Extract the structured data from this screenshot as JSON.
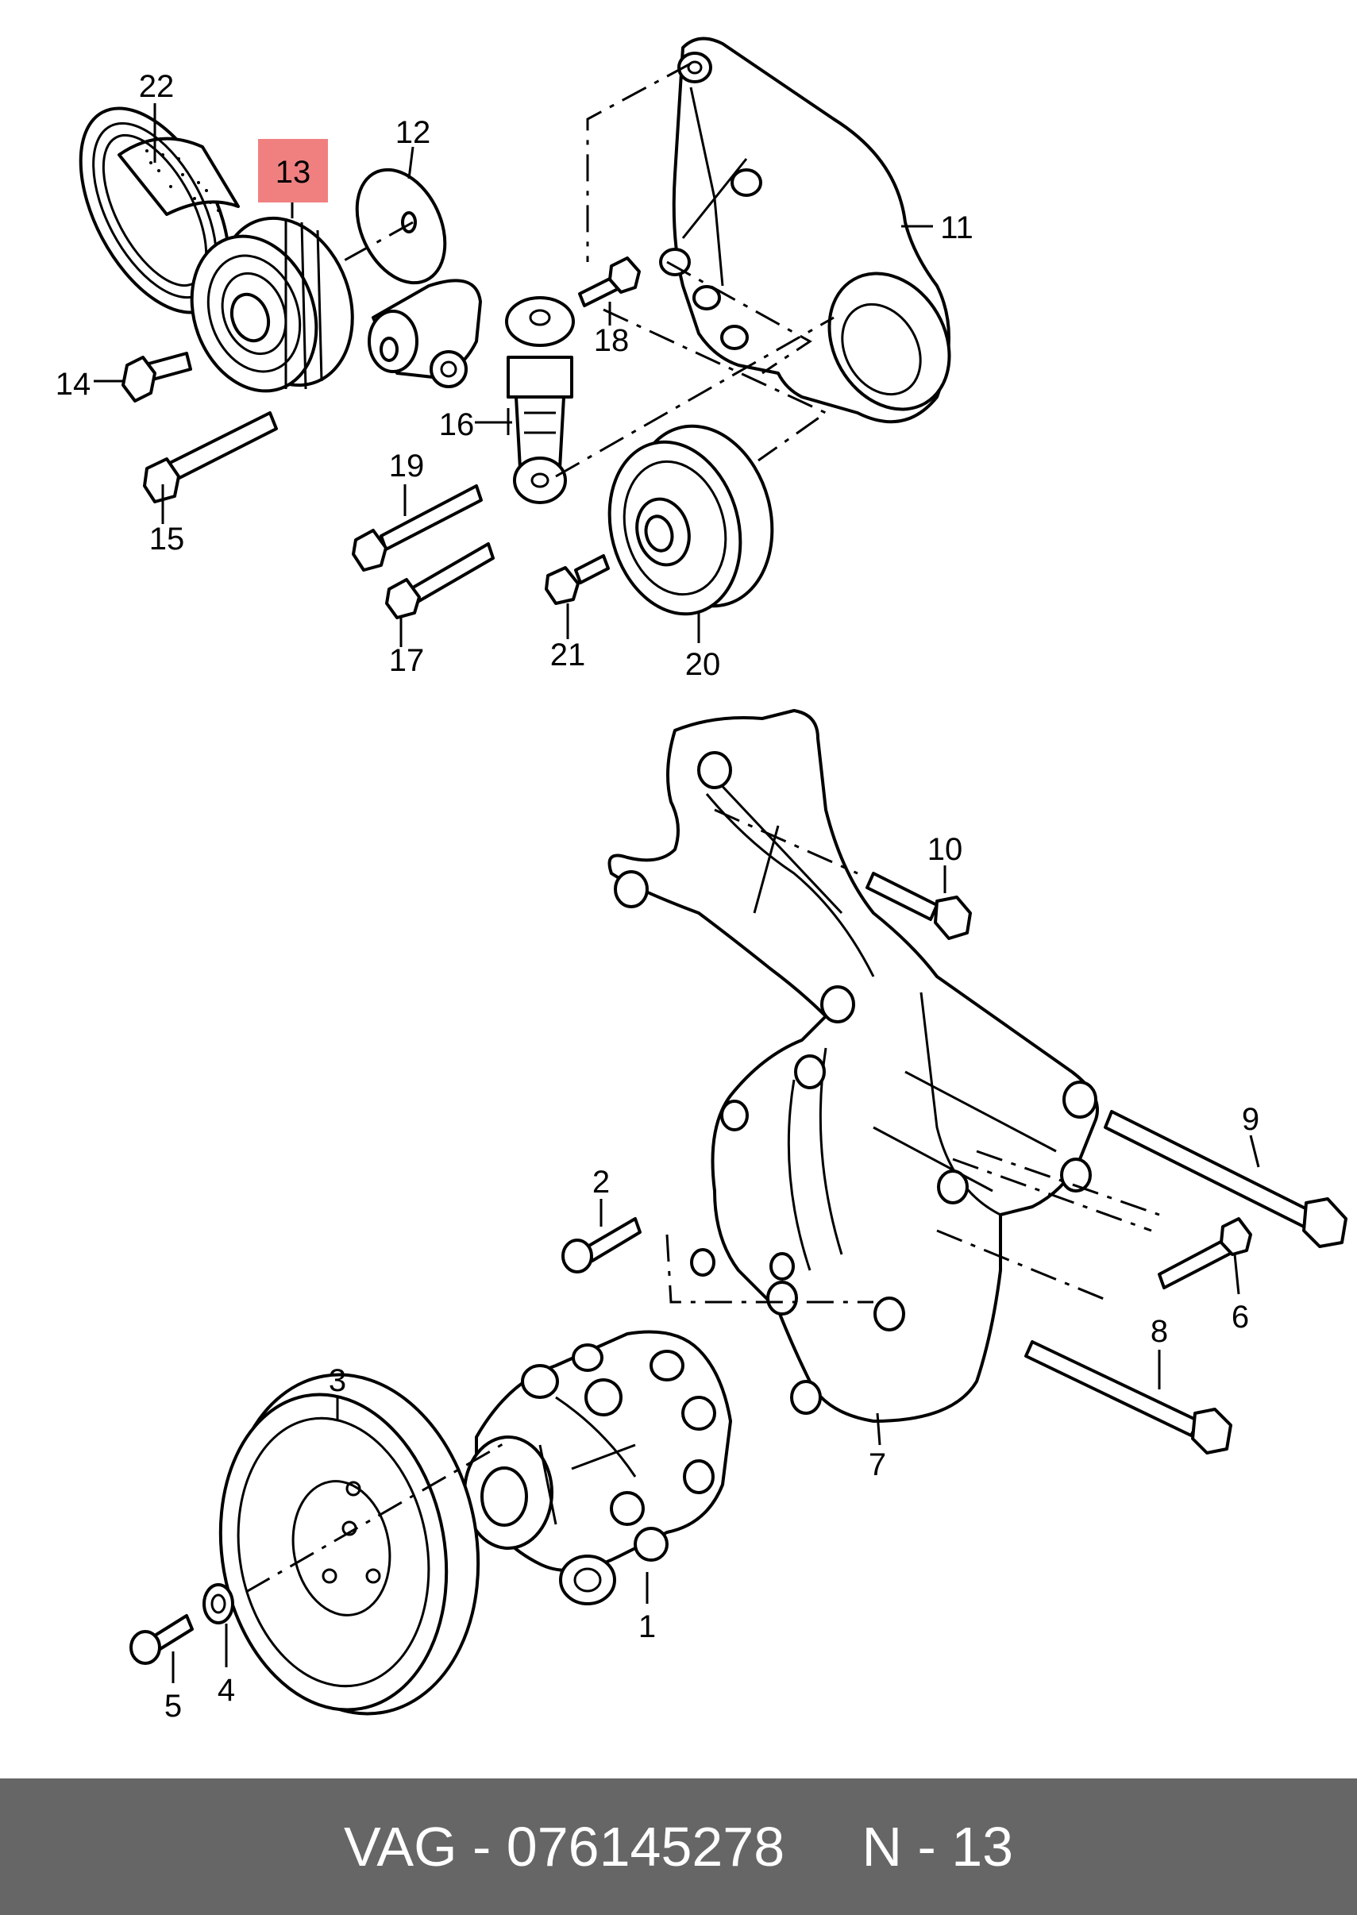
{
  "footer": {
    "brand": "VAG",
    "separator": "-",
    "part_number": "076145278",
    "diagram_ref": "N - 13"
  },
  "highlight_color": "#f08080",
  "callouts": {
    "n1": "1",
    "n2": "2",
    "n3": "3",
    "n4": "4",
    "n5": "5",
    "n6": "6",
    "n7": "7",
    "n8": "8",
    "n9": "9",
    "n10": "10",
    "n11": "11",
    "n12": "12",
    "n13": "13",
    "n14": "14",
    "n15": "15",
    "n16": "16",
    "n17": "17",
    "n18": "18",
    "n19": "19",
    "n20": "20",
    "n21": "21",
    "n22": "22"
  },
  "highlighted_callout": "13"
}
